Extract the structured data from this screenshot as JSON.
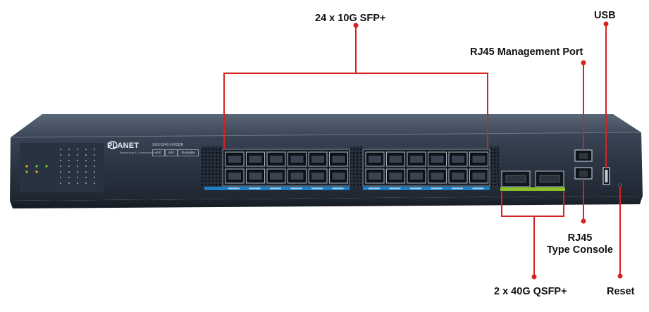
{
  "labels": {
    "sfp": "24 x 10G SFP+",
    "usb": "USB",
    "mgmt": "RJ45 Management Port",
    "console_line1": "RJ45",
    "console_line2": "Type Console",
    "qsfp": "2 x 40G QSFP+",
    "reset": "Reset"
  },
  "device": {
    "brand": "PLANET",
    "brand_sub": "Networking & Communication",
    "model": "XGS-5240-24X2QR",
    "speed_badges": [
      "10G",
      "40G",
      "Stackable"
    ]
  },
  "colors": {
    "callout_line": "#d92121",
    "chassis": "#2a3442",
    "port_strip": "#1f7fc4",
    "qsfp_strip": "#8bbf2a"
  }
}
